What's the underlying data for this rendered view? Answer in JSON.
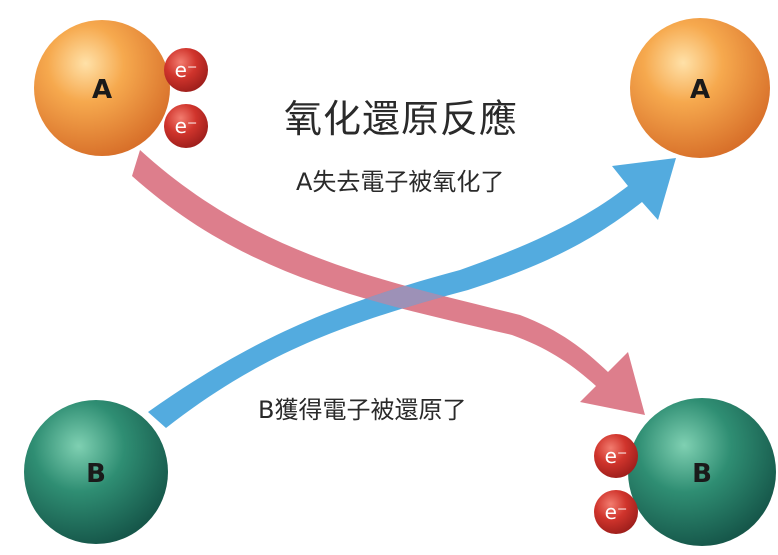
{
  "title": "氧化還原反應",
  "caption_a": "A失去電子被氧化了",
  "caption_b": "B獲得電子被還原了",
  "atom_a_label": "A",
  "atom_b_label": "B",
  "electron_label": "e⁻",
  "colors": {
    "atom_a": "#f0953a",
    "atom_b": "#2e8a70",
    "electron": "#d0342c",
    "arrow_red": "#d9707f",
    "arrow_blue": "#4aa6dd",
    "arrow_overlap": "#a58fb2"
  }
}
